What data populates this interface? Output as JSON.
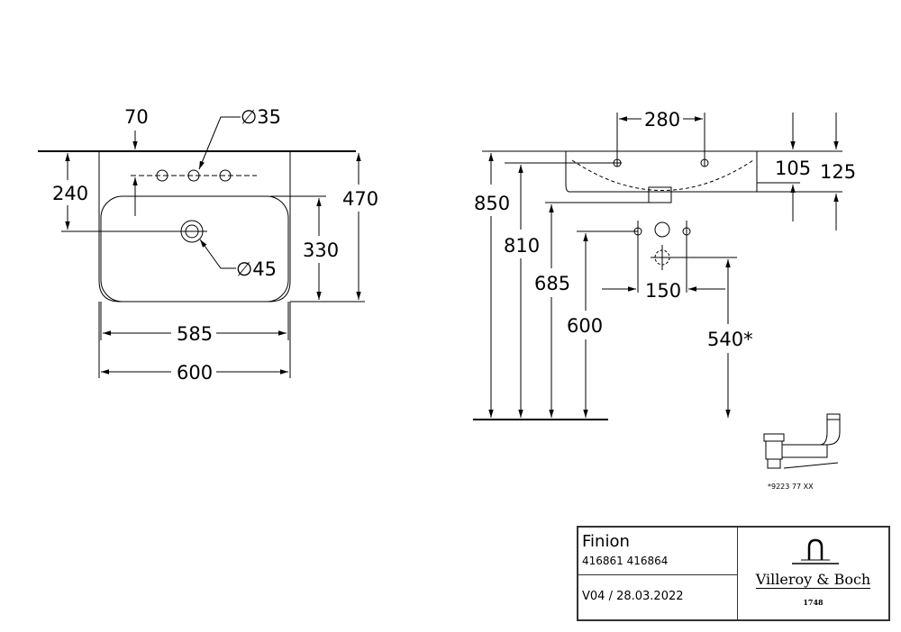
{
  "top_view": {
    "dim_70": "70",
    "dim_dia35": "∅35",
    "dim_240": "240",
    "dim_470": "470",
    "dim_330": "330",
    "dim_dia45": "∅45",
    "dim_585": "585",
    "dim_600": "600"
  },
  "side_view": {
    "dim_280": "280",
    "dim_105": "105",
    "dim_125": "125",
    "dim_850": "850",
    "dim_810": "810",
    "dim_685": "685",
    "dim_600": "600",
    "dim_150": "150",
    "dim_540": "540*"
  },
  "accessory": {
    "code": "*9223 77 XX"
  },
  "title_block": {
    "product": "Finion",
    "codes": "416861 416864",
    "version": "V04 / 28.03.2022",
    "brand": "Villeroy & Boch",
    "year": "1748"
  }
}
